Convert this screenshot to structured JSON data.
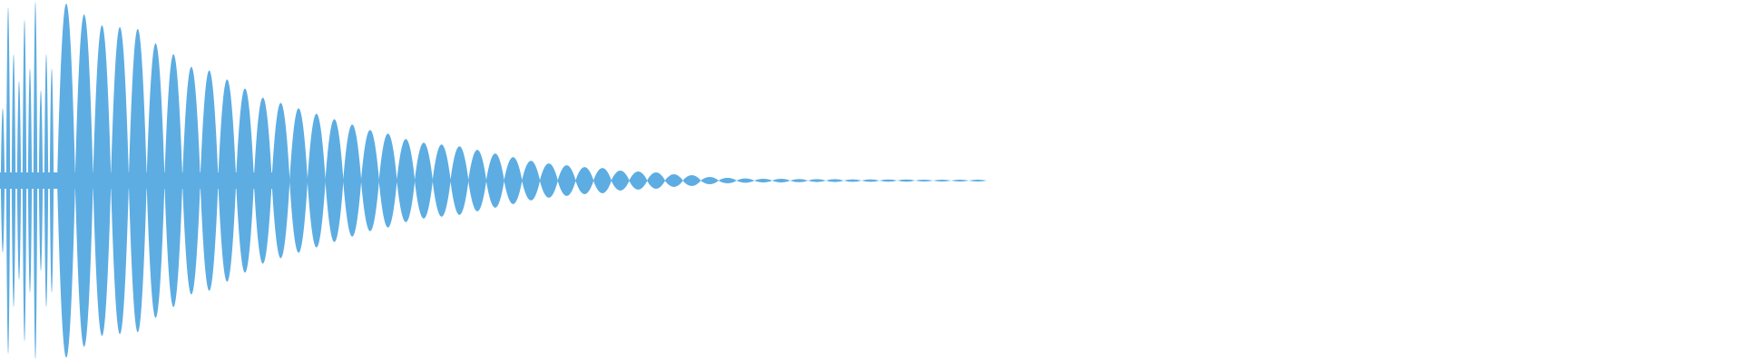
{
  "chart_data": {
    "type": "area",
    "title": "",
    "xlabel": "",
    "ylabel": "",
    "ylim": [
      -1,
      1
    ],
    "grid": false,
    "color": "#5dade2",
    "attack_spikes": [
      0.4,
      0.96,
      0.7,
      0.55,
      0.89,
      0.62,
      0.99,
      0.5,
      0.7,
      0.62
    ],
    "envelope_peaks": [
      0.98,
      0.92,
      0.86,
      0.85,
      0.84,
      0.76,
      0.7,
      0.63,
      0.61,
      0.56,
      0.51,
      0.46,
      0.43,
      0.4,
      0.37,
      0.34,
      0.31,
      0.28,
      0.26,
      0.23,
      0.21,
      0.2,
      0.19,
      0.17,
      0.15,
      0.13,
      0.11,
      0.095,
      0.085,
      0.075,
      0.07,
      0.055,
      0.05,
      0.045,
      0.035,
      0.03,
      0.02,
      0.015,
      0.012,
      0.01,
      0.01,
      0.009,
      0.008,
      0.008,
      0.007,
      0.007,
      0.006,
      0.006,
      0.005,
      0.005,
      0.005,
      0.005
    ]
  }
}
